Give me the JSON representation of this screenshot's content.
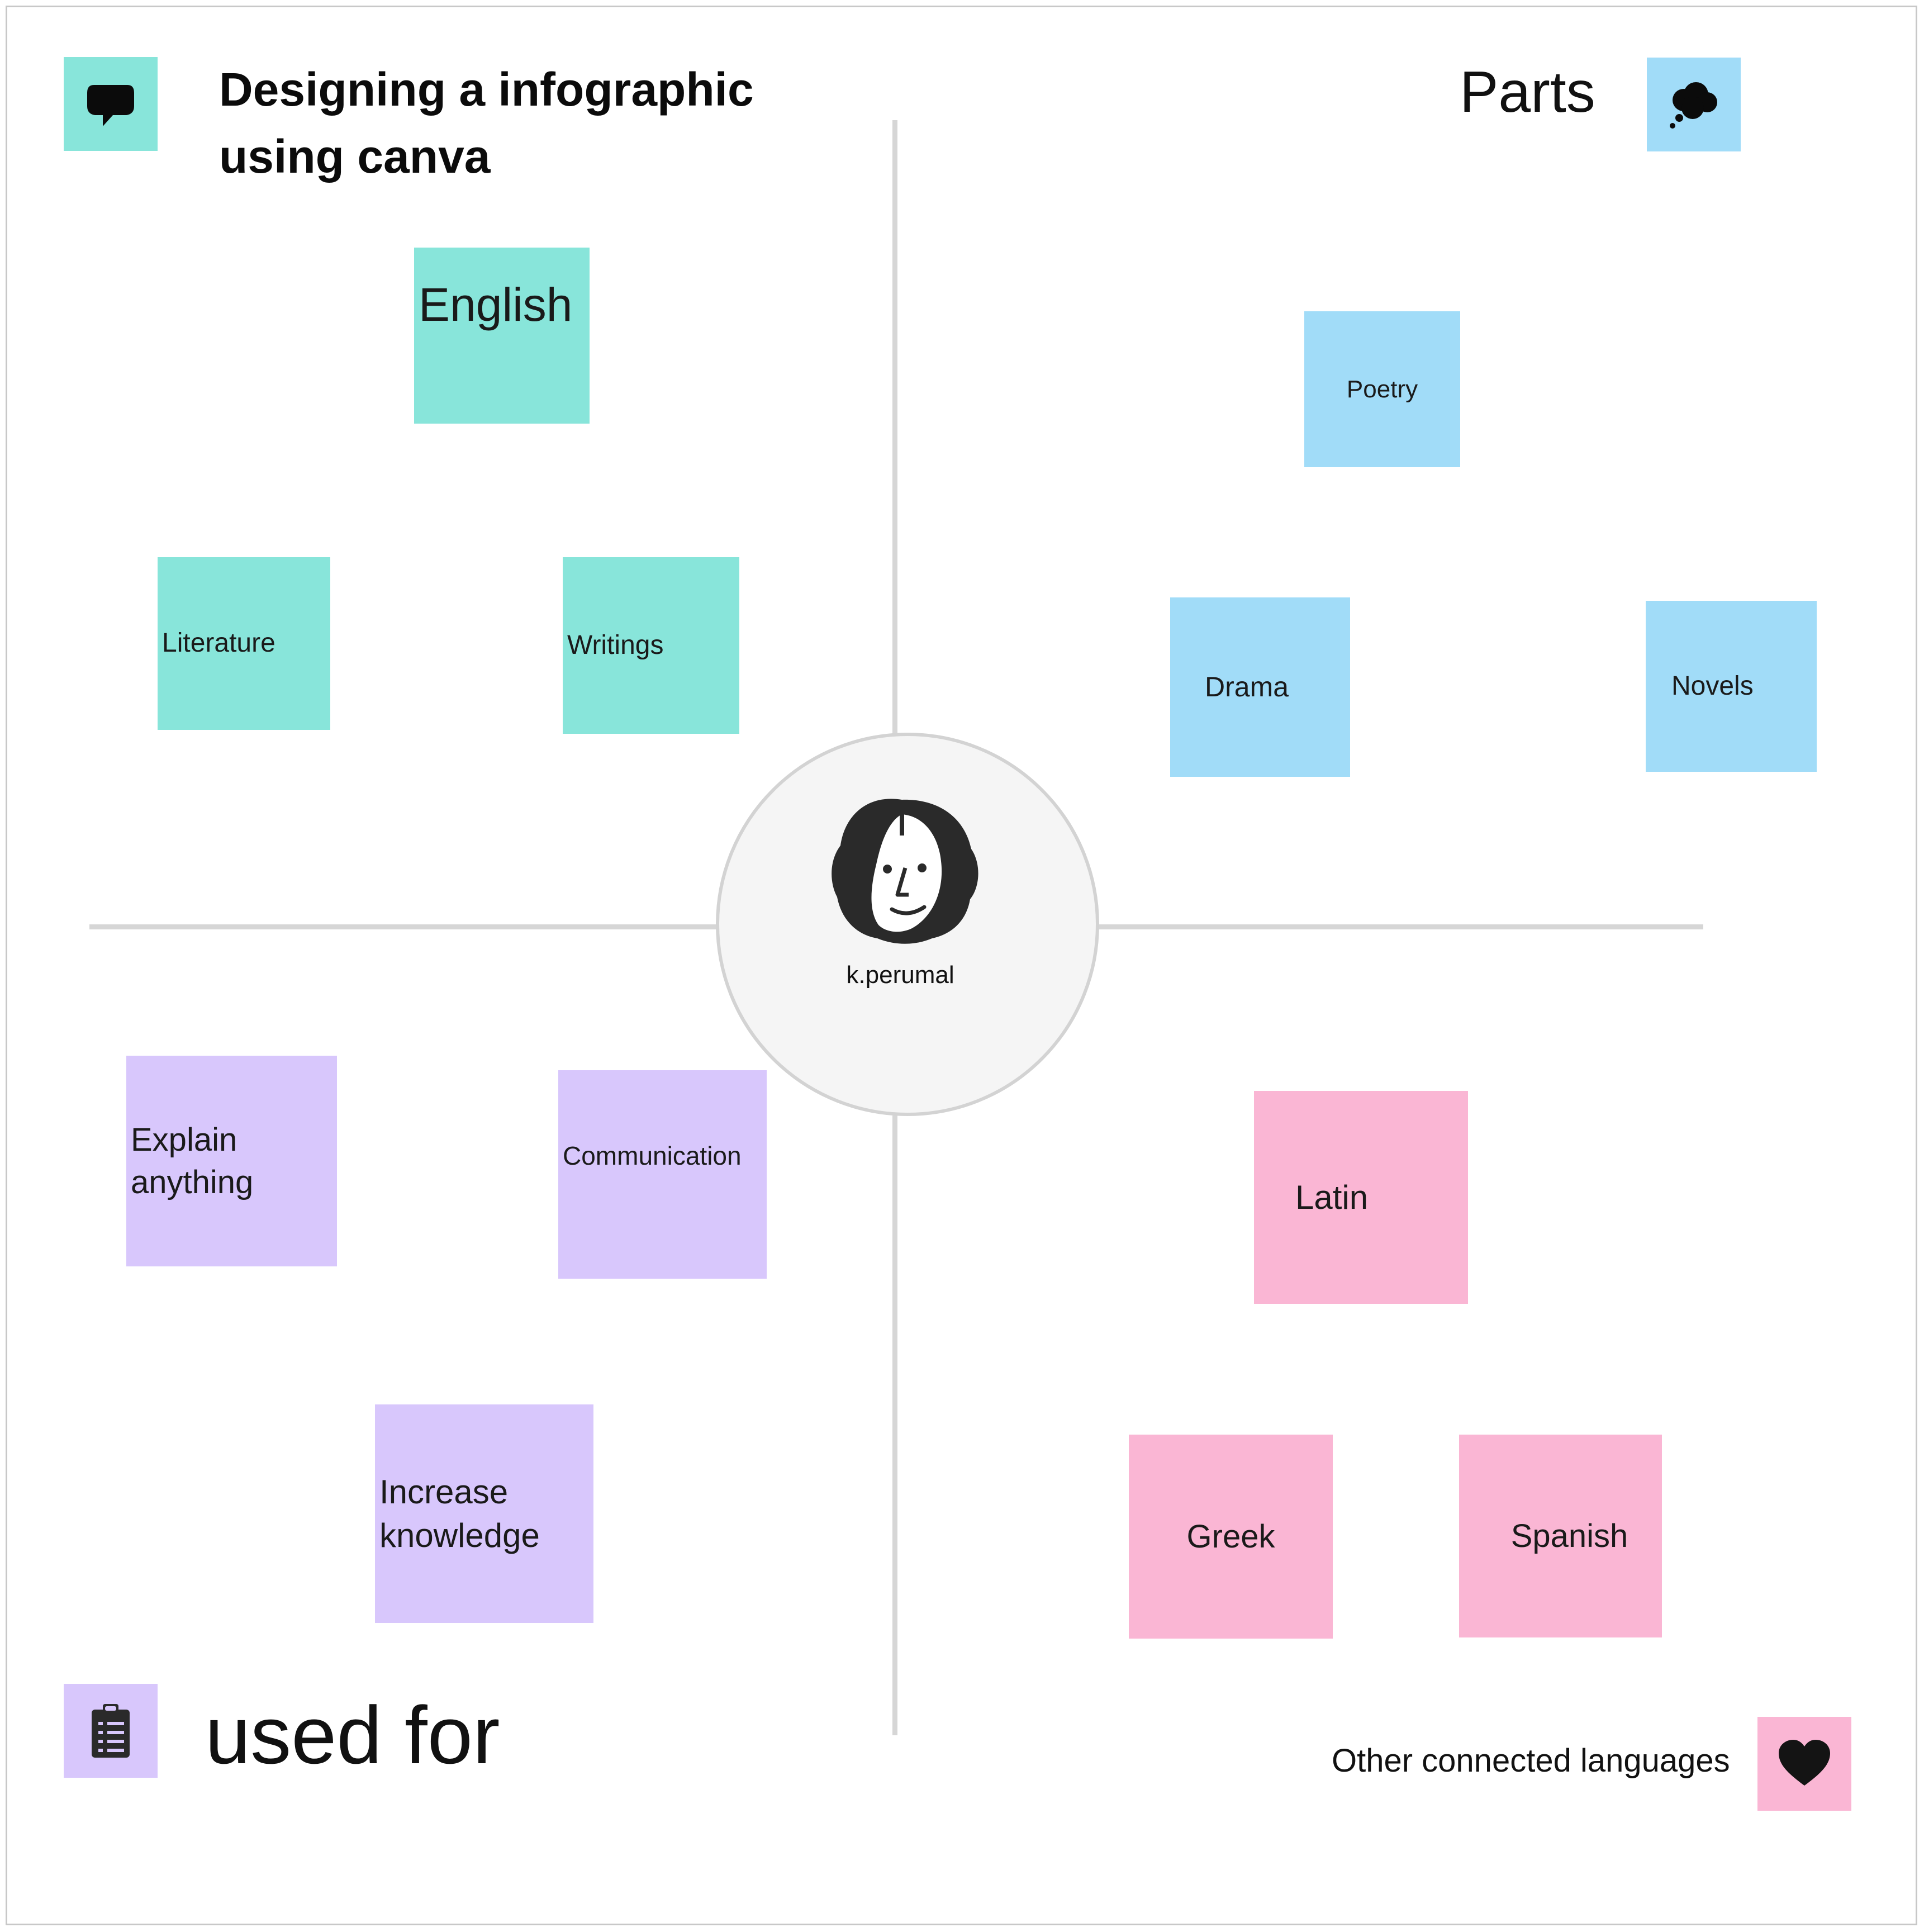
{
  "title": "Designing a infographic using canva",
  "quadrants": {
    "top_right_heading": "Parts",
    "bottom_left_heading": "used for",
    "bottom_right_heading": "Other connected languages"
  },
  "center": {
    "name": "k.perumal"
  },
  "notes": {
    "english": "English",
    "literature": "Literature",
    "writings": "Writings",
    "poetry": "Poetry",
    "drama": "Drama",
    "novels": "Novels",
    "explain": "Explain anything",
    "communication": "Communication",
    "increase": "Increase knowledge",
    "latin": "Latin",
    "greek": "Greek",
    "spanish": "Spanish"
  },
  "icons": {
    "top_left": "speech-bubble-icon",
    "top_right": "thought-cloud-icon",
    "bottom_left": "clipboard-checklist-icon",
    "bottom_right": "heart-icon",
    "center": "face-avatar-icon"
  },
  "colors": {
    "teal": "#88e5da",
    "blue": "#a1dcf8",
    "purple": "#d8c7fc",
    "pink": "#fab6d4"
  }
}
